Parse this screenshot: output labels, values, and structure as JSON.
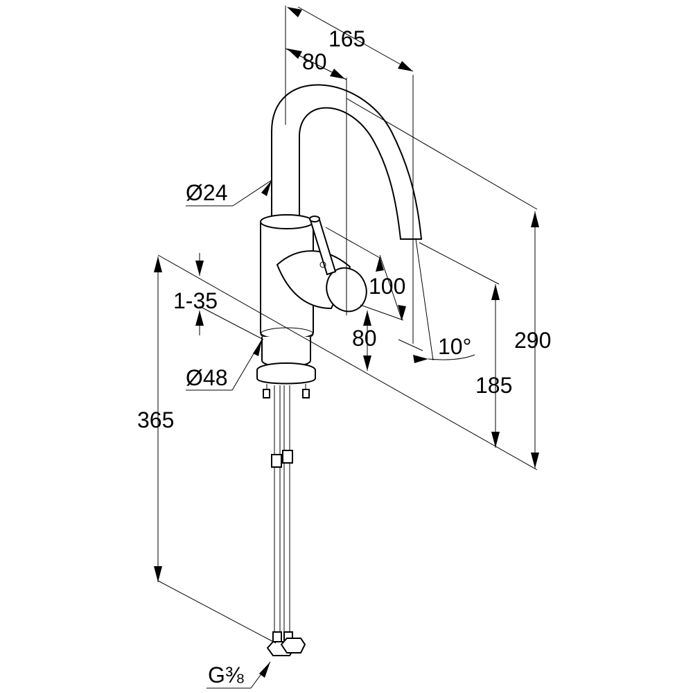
{
  "colors": {
    "line": "#000000",
    "background": "#ffffff"
  },
  "dimensions": {
    "width_165": "165",
    "reach_80": "80",
    "pipe_diameter": "Ø24",
    "handle_100": "100",
    "thickness_range": "1-35",
    "handle_height_80": "80",
    "angle": "10°",
    "outlet_height": "185",
    "total_height": "290",
    "base_diameter": "Ø48",
    "hose_length": "365",
    "thread": "G⅜"
  }
}
